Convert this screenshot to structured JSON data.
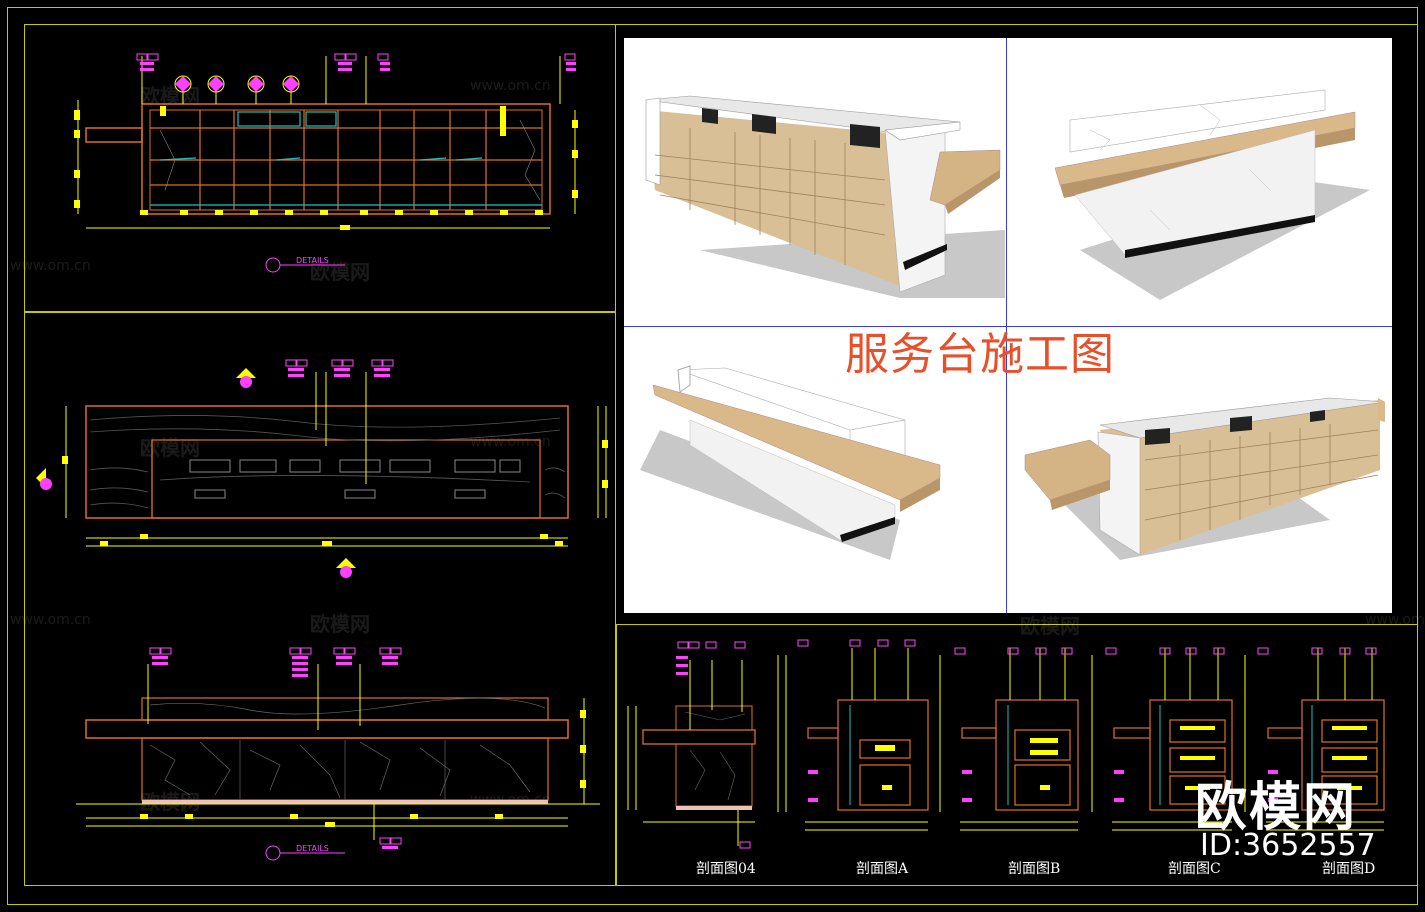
{
  "title": "服务台施工图",
  "section_labels": [
    "剖面图04",
    "剖面图A",
    "剖面图B",
    "剖面图C",
    "剖面图D"
  ],
  "details_label": "DETAILS",
  "brand": {
    "name": "欧模网",
    "id_text": "ID:3652557"
  },
  "watermarks": {
    "site": "www.om.cn",
    "name": "欧模网"
  },
  "colors": {
    "background": "#000000",
    "frame": "#c8c800",
    "dim_yellow": "#ffff00",
    "orange": "#e07020",
    "magenta": "#ff40ff",
    "cyan": "#20c0c0",
    "title_red": "#e8502a",
    "grid_blue": "#3b3bd6"
  }
}
